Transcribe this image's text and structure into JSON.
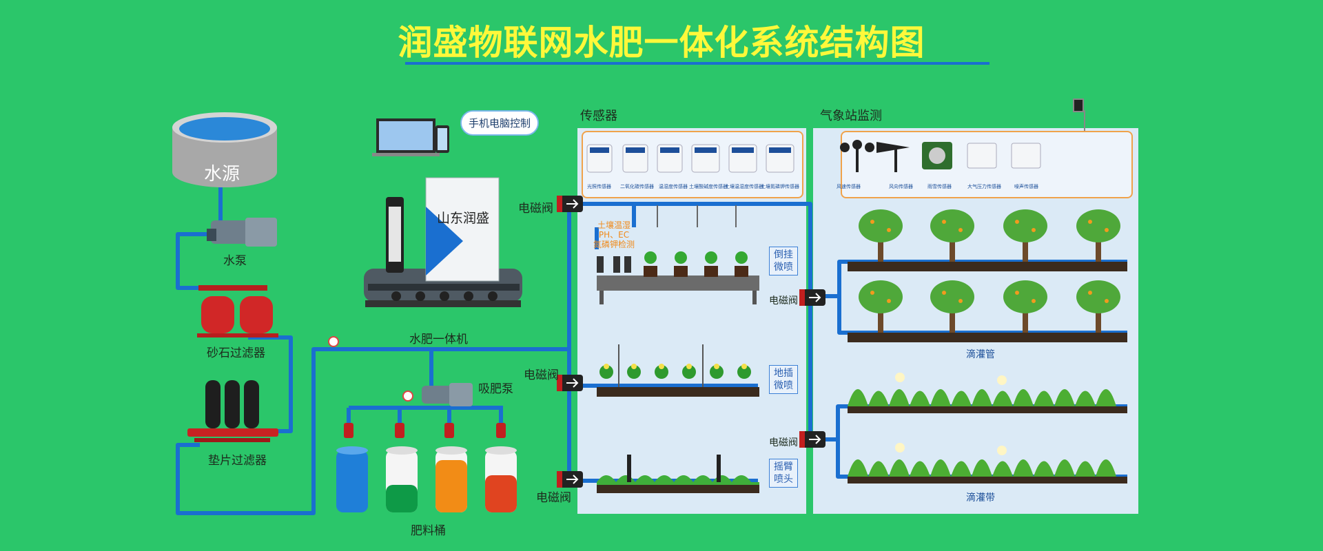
{
  "title": "润盛物联网水肥一体化系统结构图",
  "labels": {
    "water_source": "水源",
    "pump": "水泵",
    "sand_filter": "砂石过滤器",
    "disc_filter": "垫片过滤器",
    "machine": "水肥一体机",
    "machine_brand": "山东润盛",
    "phone_control": "手机电脑控制",
    "suction_pump": "吸肥泵",
    "fertilizer_bucket": "肥料桶",
    "valve": "电磁阀",
    "sensors": "传感器",
    "weather": "气象站监测",
    "hang_spray": "倒挂\n微喷",
    "ground_spray": "地插\n微喷",
    "rocker_spray": "摇臂\n喷头",
    "drip_pipe": "滴灌管",
    "drip_tape": "滴灌带",
    "soil_note": "土壤温湿\nPH、EC\n氮磷钾检测"
  },
  "sensor_names": [
    "光照传感器",
    "二氧化碳传感器",
    "温湿度传感器",
    "土壤酸碱度传感器",
    "土壤温湿度传感器",
    "土壤氮磷钾传感器"
  ],
  "weather_names": [
    "风速传感器",
    "风向传感器",
    "雨雪传感器",
    "大气压力传感器",
    "噪声传感器"
  ],
  "colors": {
    "background": "#2bc66a",
    "title": "#fff83a",
    "pipe": "#1a6fd0",
    "panel": "#dbeaf6",
    "accent": "#f0a24a"
  }
}
